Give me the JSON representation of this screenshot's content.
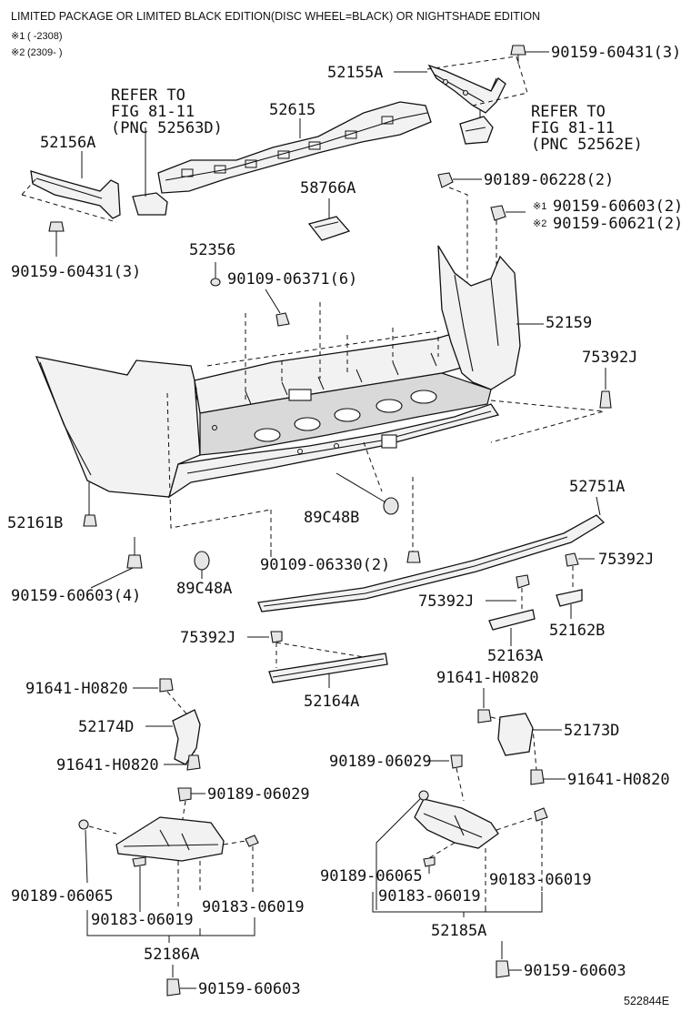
{
  "header": {
    "title": "LIMITED PACKAGE OR LIMITED BLACK EDITION(DISC WHEEL=BLACK) OR NIGHTSHADE EDITION",
    "note1_mark": "※1",
    "note1_range": "(        -2308)",
    "note2_mark": "※2",
    "note2_range": "(2309-        )"
  },
  "refs": {
    "left_line1": "REFER TO",
    "left_line2": "FIG 81-11",
    "left_line3": "(PNC 52563D)",
    "right_line1": "REFER TO",
    "right_line2": "FIG 81-11",
    "right_line3": "(PNC 52562E)"
  },
  "labels": {
    "p52155A": "52155A",
    "p90159_60431_3_top": "90159-60431(3)",
    "p52615": "52615",
    "p52156A": "52156A",
    "p90159_60431_3_left": "90159-60431(3)",
    "p58766A": "58766A",
    "p90189_06228": "90189-06228(2)",
    "p90159_60603_2": "90159-60603(2)",
    "p90159_60621_2": "90159-60621(2)",
    "mark1": "※1",
    "mark2": "※2",
    "p52356": "52356",
    "p90109_06371": "90109-06371(6)",
    "p52159": "52159",
    "p75392J_a": "75392J",
    "p52161B": "52161B",
    "p89C48B": "89C48B",
    "p52751A": "52751A",
    "p90159_60603_4": "90159-60603(4)",
    "p89C48A": "89C48A",
    "p90109_06330": "90109-06330(2)",
    "p75392J_b": "75392J",
    "p75392J_c": "75392J",
    "p52162B": "52162B",
    "p75392J_d": "75392J",
    "p52163A": "52163A",
    "p52164A": "52164A",
    "p91641_H0820_a": "91641-H0820",
    "p91641_H0820_b": "91641-H0820",
    "p52174D": "52174D",
    "p91641_H0820_c": "91641-H0820",
    "p52173D": "52173D",
    "p91641_H0820_d": "91641-H0820",
    "p90189_06029_a": "90189-06029",
    "p90189_06029_b": "90189-06029",
    "p90189_06065_a": "90189-06065",
    "p90183_06019_a": "90183-06019",
    "p90183_06019_b": "90183-06019",
    "p52186A": "52186A",
    "p90159_60603_a": "90159-60603",
    "p90189_06065_b": "90189-06065",
    "p90183_06019_c": "90183-06019",
    "p90183_06019_d": "90183-06019",
    "p52185A": "52185A",
    "p90159_60603_b": "90159-60603"
  },
  "footer": {
    "code": "522844E"
  }
}
